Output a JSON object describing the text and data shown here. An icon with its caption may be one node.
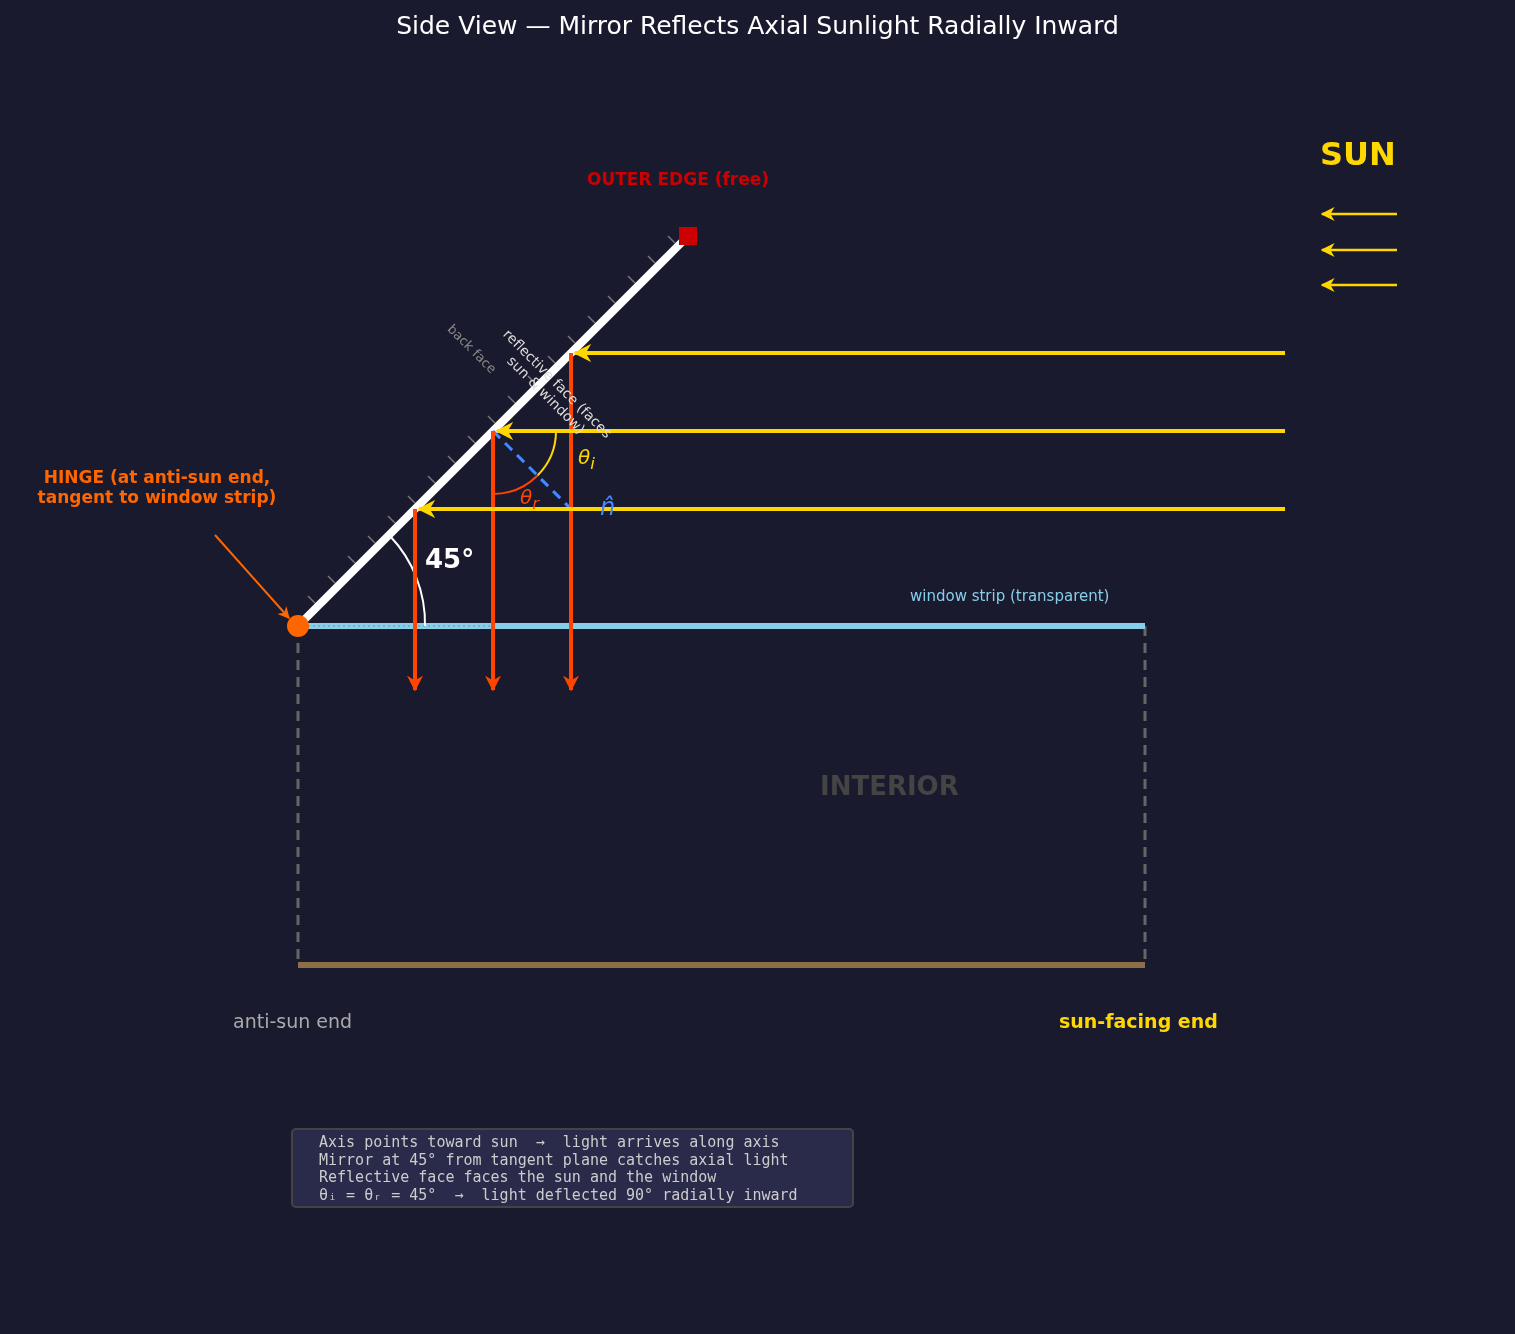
{
  "diagram": {
    "title": "Side View — Mirror Reflects Axial Sunlight Radially Inward",
    "nodes": [
      {
        "text": [
          "HINGE (at anti-sun end, tangent to window strip)"
        ]
      },
      {
        "text": [],
        "shape": "circle"
      }
    ],
    "edges": [
      {
        "from": 0,
        "to": 1,
        "arrow": "to"
      }
    ],
    "labels": [
      "SUN",
      "OUTER EDGE (free)",
      "back face",
      "reflective face (faces sun & window)",
      "θ$_{i}$",
      "θ$_{r}$",
      "n̂",
      "45°",
      "window strip (transparent)",
      "INTERIOR",
      "anti-sun end",
      "sun-facing end",
      "Axis points toward sun  →  light arrives along axis",
      "Mirror at 45° from tangent plane catches axial light",
      "Reflective face faces the sun and the window",
      "θᵢ = θᵣ = 45°  →  light deflected 90° radially inward"
    ]
  }
}
